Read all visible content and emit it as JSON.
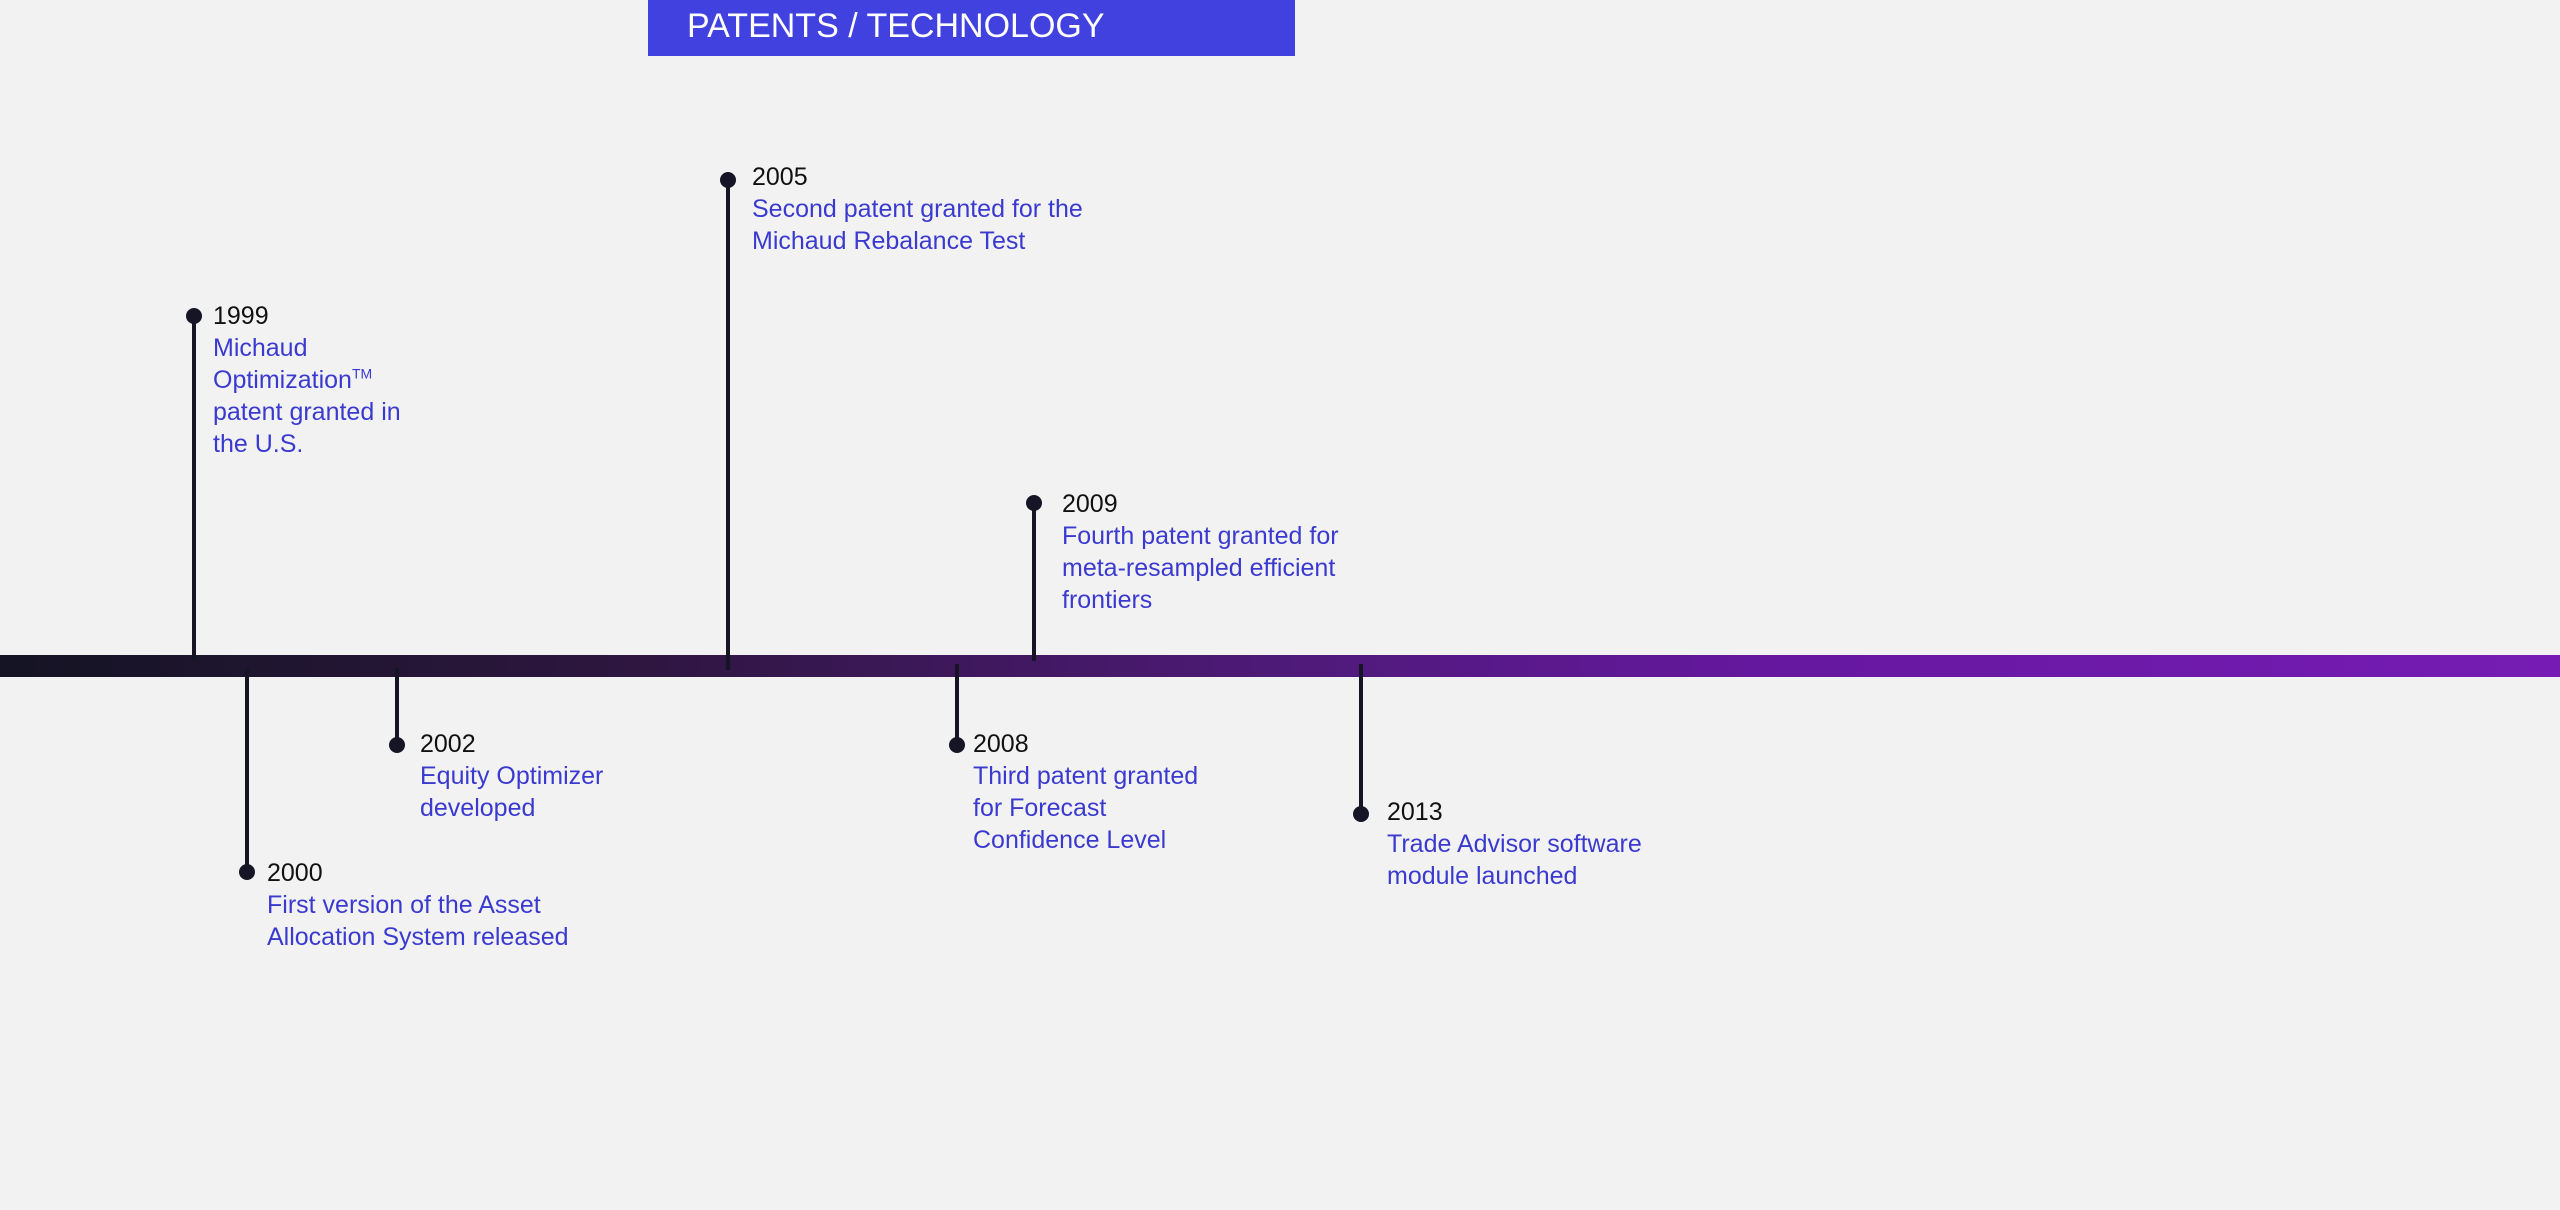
{
  "header": {
    "title": "PATENTS / TECHNOLOGY"
  },
  "colors": {
    "banner": "#4141e0",
    "description_text": "#3a3ad0",
    "year_text": "#111111",
    "marker": "#151525",
    "timeline_start": "#141423",
    "timeline_end": "#761cb4",
    "background": "#f2f2f2"
  },
  "events": [
    {
      "year": "1999",
      "description": "Michaud Optimization",
      "trademark": "TM",
      "description_2": "patent granted in the U.S.",
      "position": "above"
    },
    {
      "year": "2000",
      "description": "First version of the Asset Allocation System released",
      "position": "below"
    },
    {
      "year": "2002",
      "description": "Equity Optimizer developed",
      "position": "below"
    },
    {
      "year": "2005",
      "description": "Second patent granted for the Michaud Rebalance Test",
      "position": "above"
    },
    {
      "year": "2008",
      "description": "Third patent granted for Forecast Confidence Level",
      "position": "below"
    },
    {
      "year": "2009",
      "description": "Fourth patent granted for meta-resampled efficient frontiers",
      "position": "above"
    },
    {
      "year": "2013",
      "description": "Trade Advisor software module launched",
      "position": "below"
    }
  ]
}
